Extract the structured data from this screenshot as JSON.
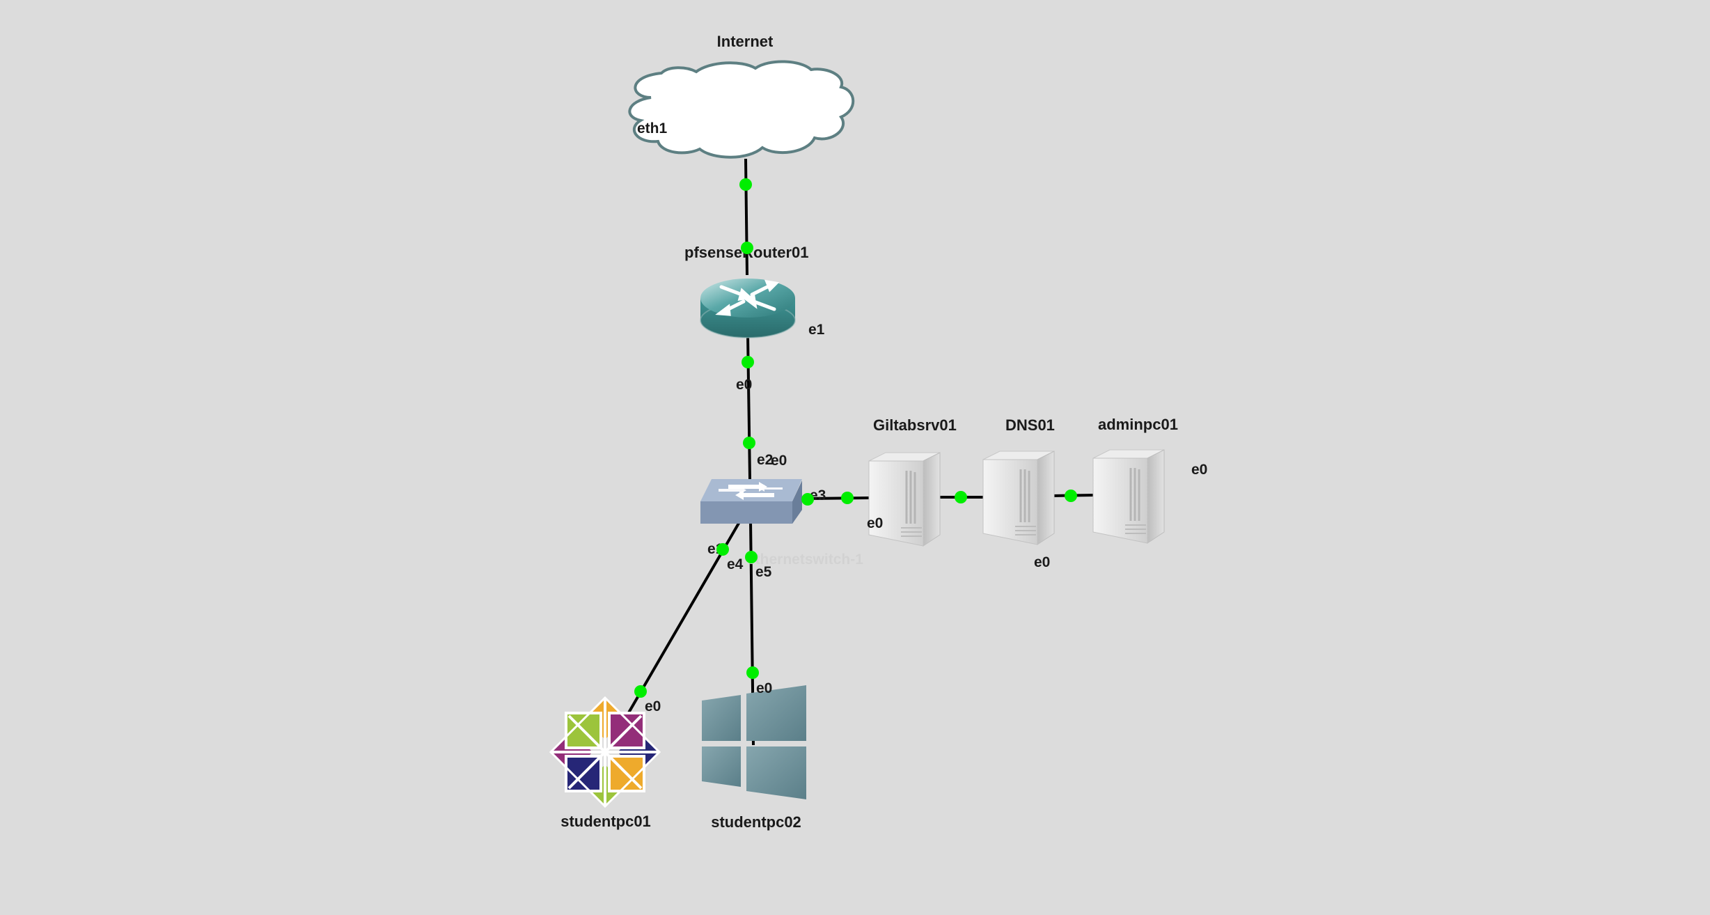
{
  "nodes": {
    "internet": "Internet",
    "router": "pfsenseRouter01",
    "switch": "ethernetswitch-1",
    "gitlab": "Giltabsrv01",
    "dns": "DNS01",
    "admin": "adminpc01",
    "student1": "studentpc01",
    "student2": "studentpc02"
  },
  "ports": {
    "cloud_eth1": "eth1",
    "router_e1": "e1",
    "router_e0": "e0",
    "switch_e2": "e2",
    "switch_e0": "e0",
    "switch_e3": "e3",
    "switch_e1": "e1",
    "switch_e4": "e4",
    "switch_e5": "e5",
    "gitlab_e0": "e0",
    "dns_e0": "e0",
    "admin_e0": "e0",
    "student1_e0": "e0",
    "student2_e0": "e0"
  },
  "colors": {
    "background": "#dcdcdc",
    "link": "#000000",
    "link_status_up": "#00ee00",
    "router": "#3a8e8e",
    "switch": "#8aa0bc",
    "server": "#d8d8d8",
    "windows": "#6a8f9a",
    "centos_green": "#9cc43c",
    "centos_purple": "#932e79",
    "centos_navy": "#262677",
    "centos_orange": "#eeaa2c"
  },
  "icons": {
    "internet": "cloud-icon",
    "router": "router-icon",
    "switch": "ethernet-switch-icon",
    "gitlab": "server-icon",
    "dns": "server-icon",
    "admin": "server-icon",
    "student1": "centos-logo-icon",
    "student2": "windows-logo-icon"
  }
}
